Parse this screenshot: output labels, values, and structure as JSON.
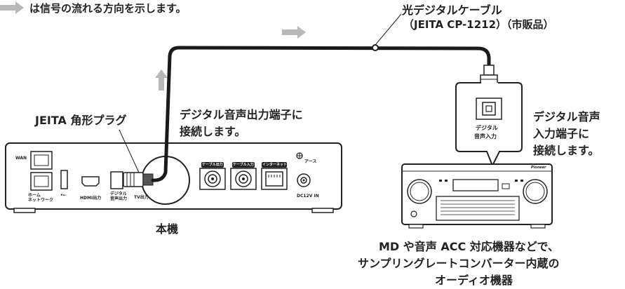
{
  "legend": {
    "text": "は信号の流れる方向を示します。"
  },
  "cable": {
    "line1": "光デジタルケーブル",
    "line2": "（JEITA CP-1212）（市販品）"
  },
  "plug_label": "JEITA 角形プラグ",
  "output_label": {
    "line1": "デジタル音声出力端子に",
    "line2": "接続します。"
  },
  "input_label": {
    "line1": "デジタル音声",
    "line2": "入力端子に",
    "line3": "接続します。"
  },
  "main_unit": {
    "caption": "本機",
    "ports": {
      "wan": "WAN",
      "home_network": "ホーム\nネットワーク",
      "usb": "•⇠",
      "hdmi": "HDMI出力",
      "digital_audio": "デジタル\n音声出力",
      "tv_out": "TV出力",
      "cable_out": "ケーブル出力",
      "cable_in": "ケーブル入力",
      "internet": "インターネット",
      "ground": "アース",
      "dc_in": "DC12V IN"
    }
  },
  "jack_caption": {
    "line1": "デジタル",
    "line2": "音声入力"
  },
  "receiver": {
    "brand": "Pioneer"
  },
  "device_caption": {
    "line1": "MD や音声 ACC 対応機器などで、",
    "line2": "サンプリングレートコンバーター内蔵の",
    "line3": "オーディオ機器"
  },
  "colors": {
    "arrow": "#b8b8b8",
    "ink": "#222222",
    "cable": "#1a1a1a"
  }
}
